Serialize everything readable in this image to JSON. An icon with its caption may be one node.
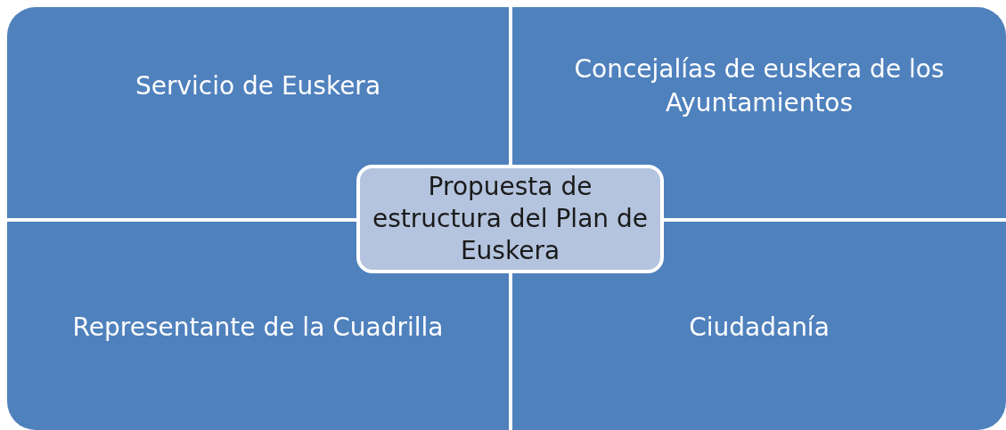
{
  "diagram": {
    "nodes": [
      {
        "text": [
          "Servicio de Euskera"
        ]
      },
      {
        "text": [
          "Concejalías de euskera de los Ayuntamientos"
        ]
      },
      {
        "text": [
          "Representante de la Cuadrilla"
        ]
      },
      {
        "text": [
          "Ciudadanía"
        ]
      },
      {
        "text": [
          "Propuesta de estructura del Plan de Euskera"
        ]
      }
    ],
    "edges": []
  }
}
